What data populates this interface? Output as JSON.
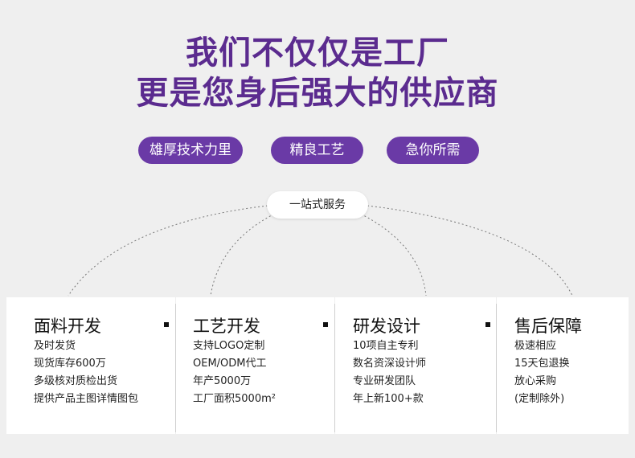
{
  "headline": {
    "line1": "我们不仅仅是工厂",
    "line2": "更是您身后强大的供应商"
  },
  "pills": [
    "雄厚技术力里",
    "精良工艺",
    "急你所需"
  ],
  "hub_label": "一站式服务",
  "colors": {
    "background": "#efefef",
    "headline": "#5b2b8f",
    "pill": "#6a3aa6",
    "card": "#ffffff"
  },
  "cards": [
    {
      "title": "面料开发",
      "lines": [
        "及时发货",
        "现货库存600万",
        "多级核对质检出货",
        "提供产品主图详情图包"
      ]
    },
    {
      "title": "工艺开发",
      "lines": [
        "支持LOGO定制",
        "OEM/ODM代工",
        "年产5000万",
        "工厂面积5000m²"
      ]
    },
    {
      "title": "研发设计",
      "lines": [
        "10项自主专利",
        "数名资深设计师",
        "专业研发团队",
        "年上新100+款"
      ]
    },
    {
      "title": "售后保障",
      "lines": [
        "极速相应",
        "15天包退换",
        "放心采购",
        "(定制除外)"
      ]
    }
  ]
}
